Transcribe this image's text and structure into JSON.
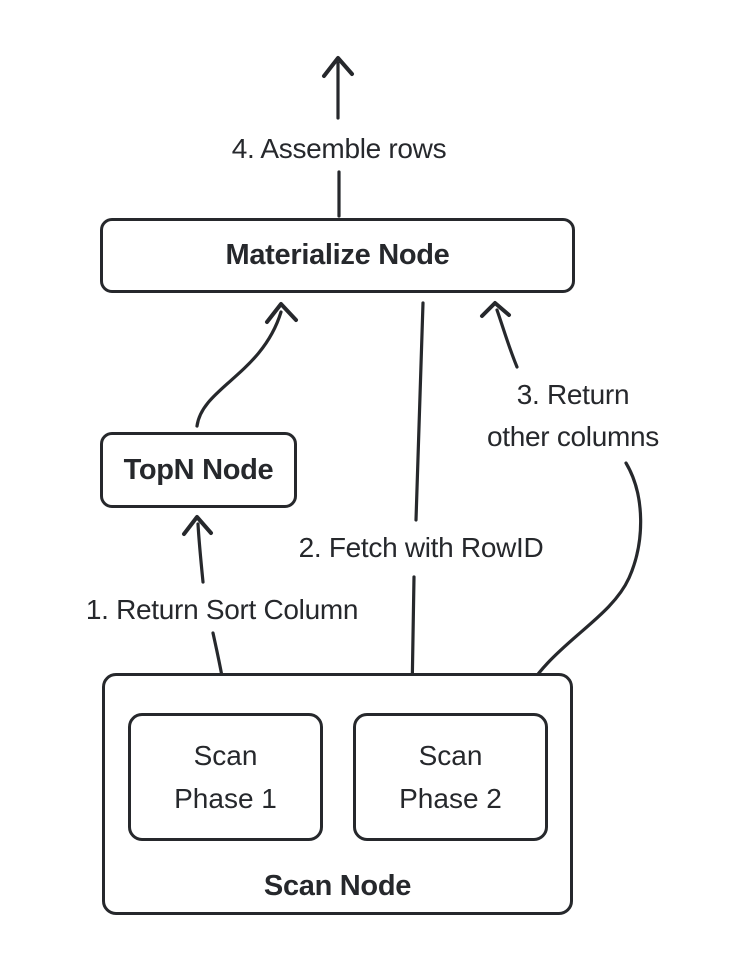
{
  "diagram": {
    "background_color": "#ffffff",
    "stroke_color": "#26282c",
    "text_color": "#26282c",
    "nodes": {
      "materialize": {
        "label": "Materialize Node"
      },
      "topn": {
        "label": "TopN Node"
      },
      "scan": {
        "label": "Scan Node"
      },
      "scan_phase_1": {
        "line1": "Scan",
        "line2": "Phase 1"
      },
      "scan_phase_2": {
        "line1": "Scan",
        "line2": "Phase 2"
      }
    },
    "labels": {
      "step1": "1. Return Sort Column",
      "step2": "2. Fetch with RowID",
      "step3_line1": "3. Return",
      "step3_line2": "other columns",
      "step4": "4. Assemble rows"
    }
  }
}
